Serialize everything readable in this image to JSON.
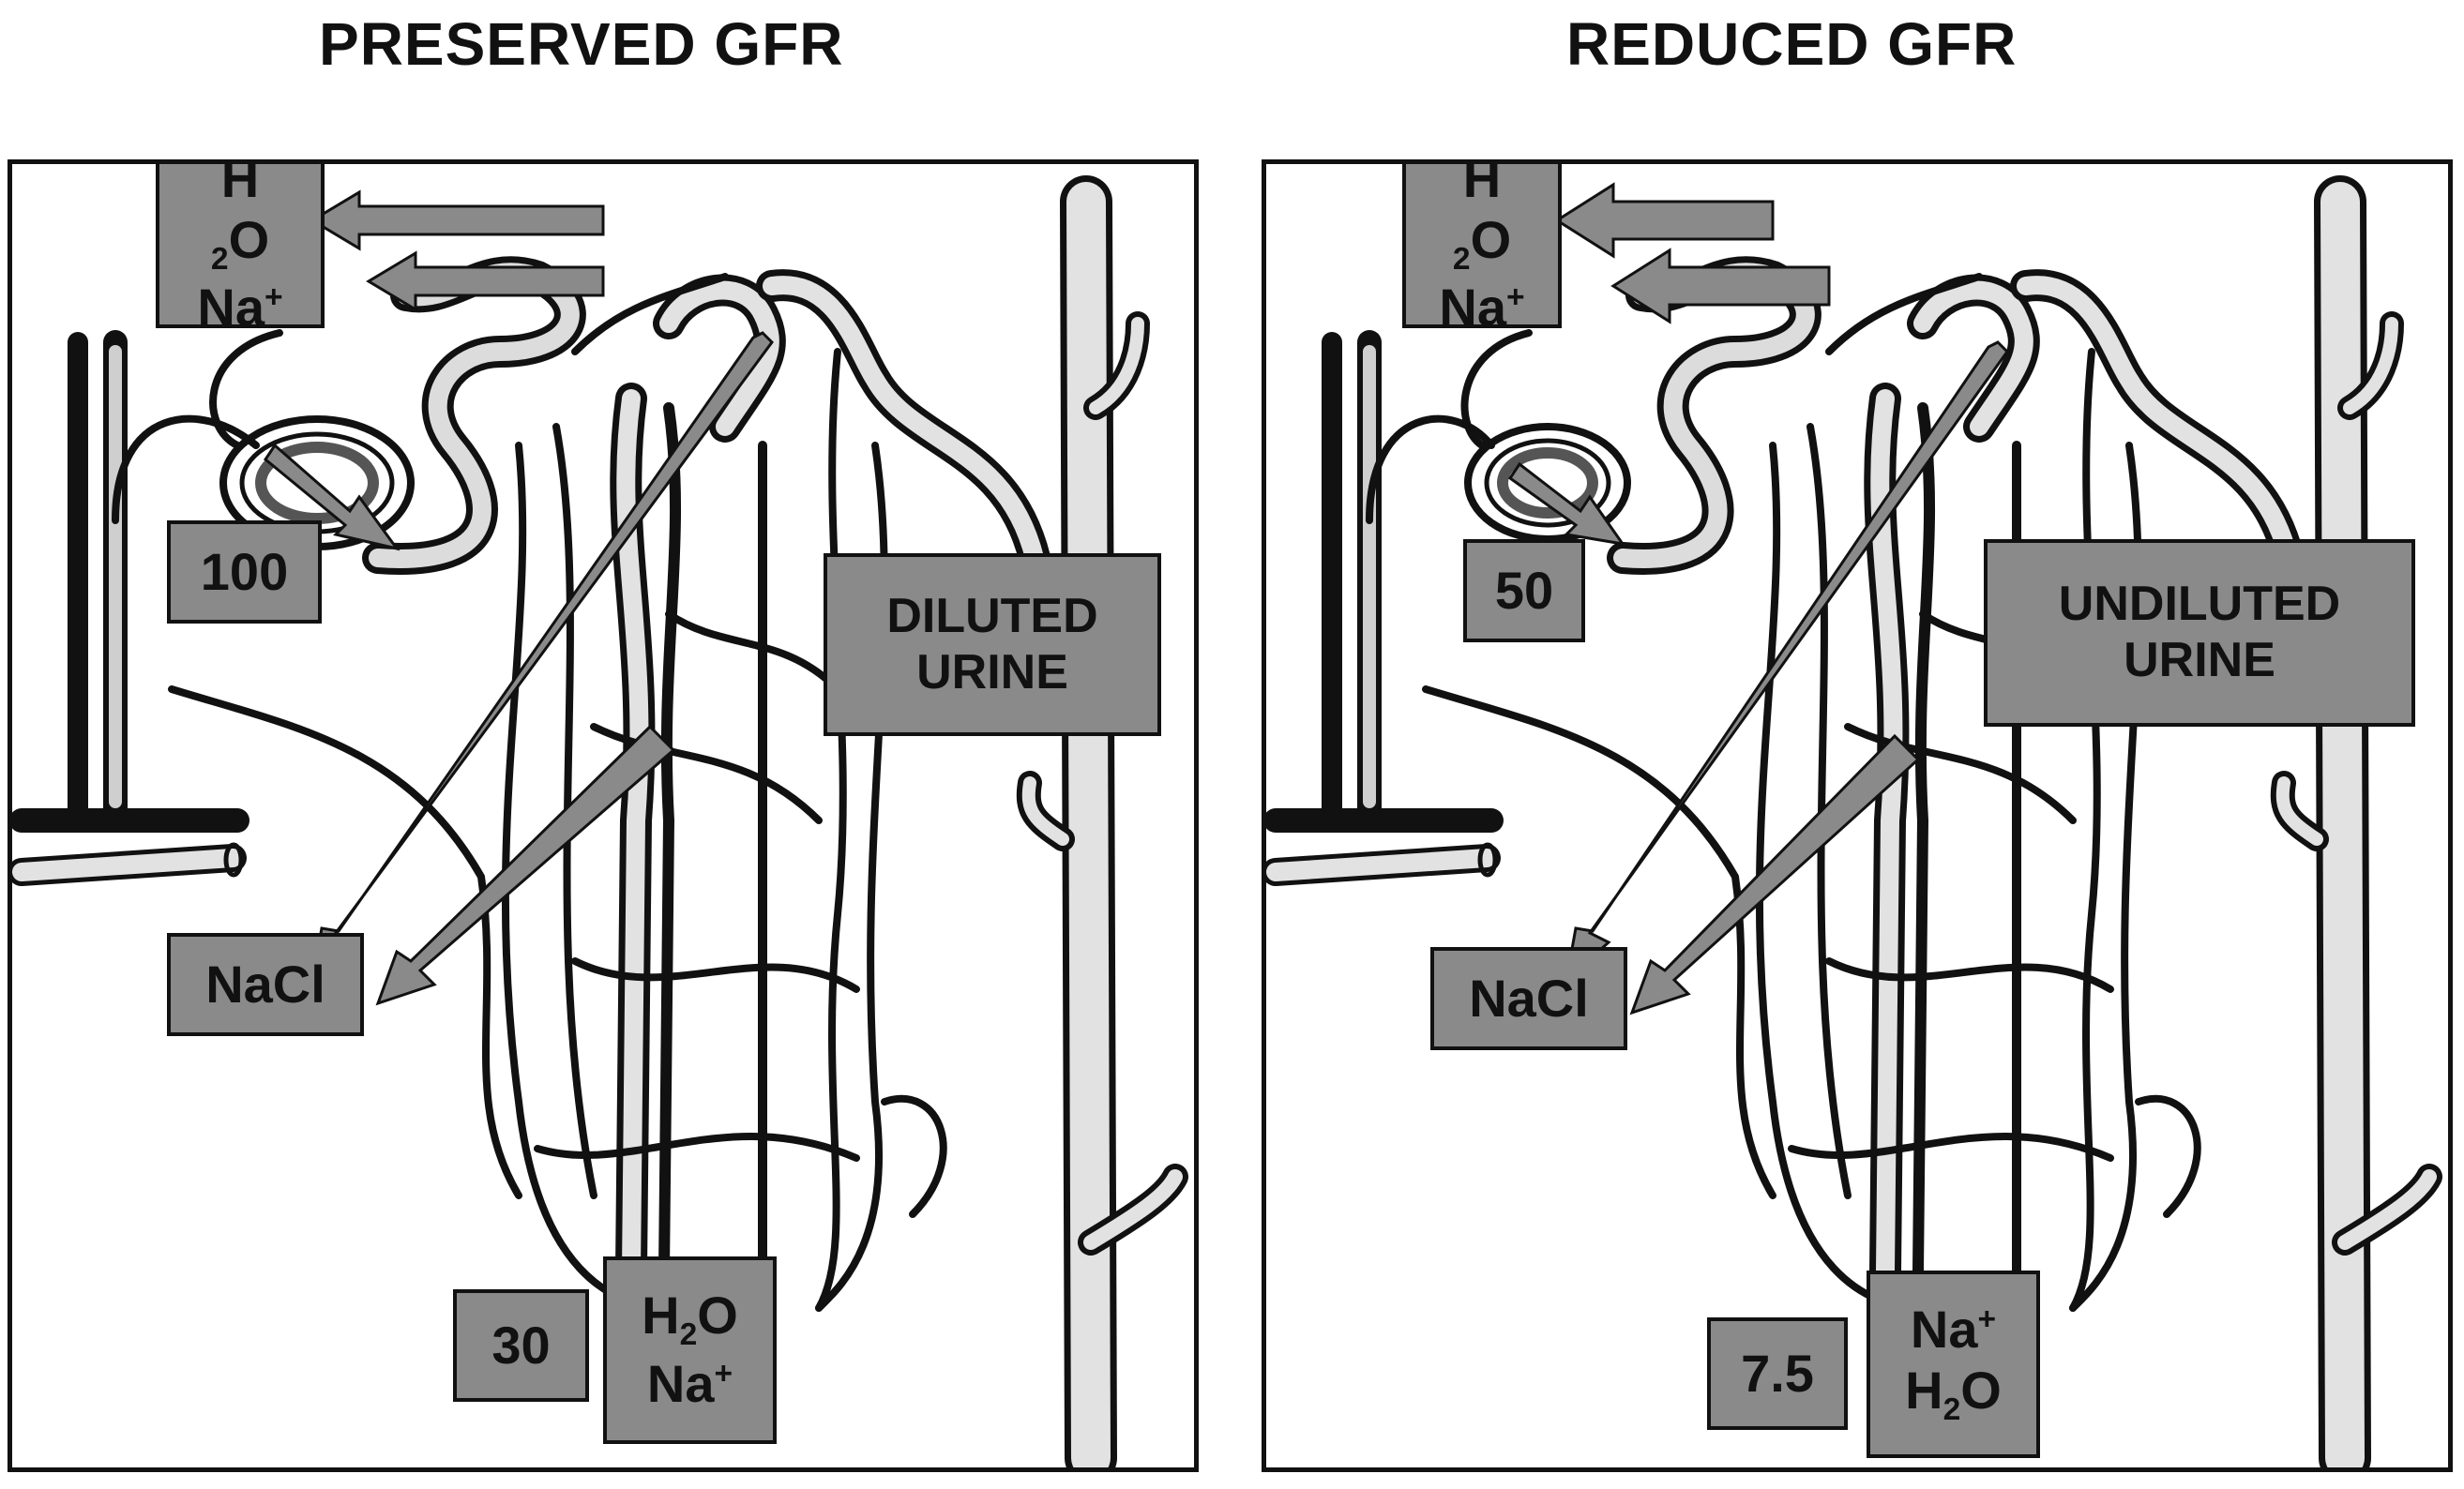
{
  "panels": [
    {
      "title": "PRESERVED GFR",
      "filtration_value": "100",
      "top_box": {
        "line1_base": "H",
        "line1_sub": "2",
        "line1_end": "O",
        "line2_base": "Na",
        "line2_sup": "+"
      },
      "urine_label": {
        "line1": "DILUTED",
        "line2": "URINE"
      },
      "nacl_label": "NaCl",
      "distal_value": "30",
      "bottom_box": {
        "line1_base": "H",
        "line1_sub": "2",
        "line1_end": "O",
        "line2_base": "Na",
        "line2_sup": "+"
      }
    },
    {
      "title": "REDUCED GFR",
      "filtration_value": "50",
      "top_box": {
        "line1_base": "H",
        "line1_sub": "2",
        "line1_end": "O",
        "line2_base": "Na",
        "line2_sup": "+"
      },
      "urine_label": {
        "line1": "UNDILUTED",
        "line2": "URINE"
      },
      "nacl_label": "NaCl",
      "distal_value": "7.5",
      "bottom_box": {
        "line1_base": "Na",
        "line1_sup": "+",
        "line2_base": "H",
        "line2_sub": "2",
        "line2_end": "O"
      }
    }
  ],
  "colors": {
    "box_fill": "#8a8a8a",
    "arrow_fill": "#8a8a8a",
    "vessel_light": "#e2e2e2",
    "outline": "#111111"
  }
}
